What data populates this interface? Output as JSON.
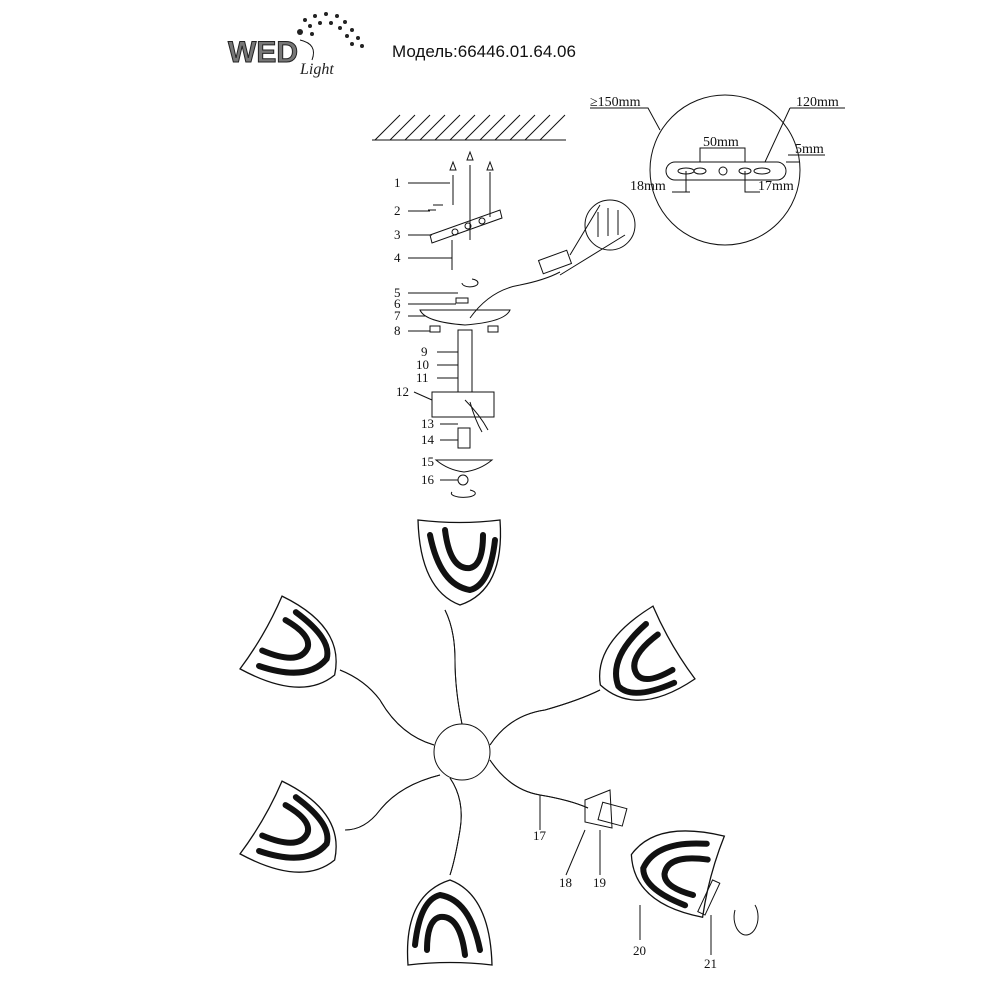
{
  "brand": {
    "logo_text": "WED Light"
  },
  "header": {
    "model_label": "Модель:66446.01.64.06"
  },
  "inset": {
    "diameter": "≥150mm",
    "length": "120mm",
    "hole_spacing": "50mm",
    "thickness": "5mm",
    "left_offset": "18mm",
    "right_offset": "17mm"
  },
  "callouts": [
    "1",
    "2",
    "3",
    "4",
    "5",
    "6",
    "7",
    "8",
    "9",
    "10",
    "11",
    "12",
    "13",
    "14",
    "15",
    "16",
    "17",
    "18",
    "19",
    "20",
    "21"
  ]
}
